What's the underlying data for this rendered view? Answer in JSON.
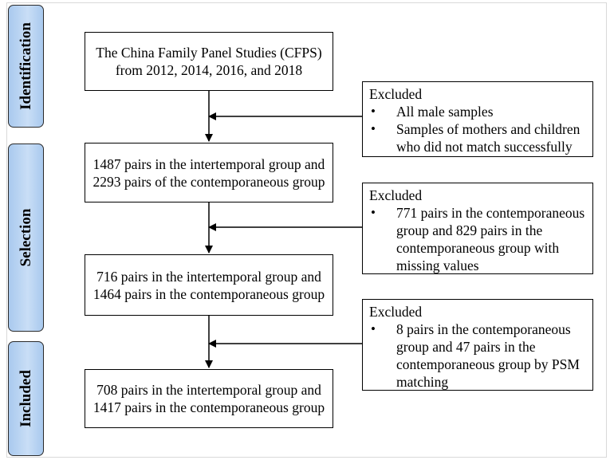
{
  "phases": {
    "identification": "Identification",
    "selection": "Selection",
    "included": "Included"
  },
  "main_boxes": [
    [
      "The China Family Panel Studies (CFPS)",
      "from 2012, 2014, 2016, and 2018"
    ],
    [
      "1487 pairs in the intertemporal group and",
      "2293 pairs of the contemporaneous group"
    ],
    [
      "716 pairs in the intertemporal group and",
      "1464 pairs in the contemporaneous group"
    ],
    [
      "708 pairs in the intertemporal group and",
      "1417 pairs in the contemporaneous group"
    ]
  ],
  "exclusions": [
    {
      "title": "Excluded",
      "items": [
        [
          "All male samples"
        ],
        [
          "Samples of mothers and children",
          "who did not match successfully"
        ]
      ]
    },
    {
      "title": "Excluded",
      "items": [
        [
          "771 pairs in the contemporaneous",
          "group and 829 pairs in the",
          "contemporaneous group with",
          "missing values"
        ]
      ]
    },
    {
      "title": "Excluded",
      "items": [
        [
          "8 pairs in the contemporaneous",
          "group and 47 pairs in the",
          "contemporaneous group by PSM",
          "matching"
        ]
      ]
    }
  ]
}
